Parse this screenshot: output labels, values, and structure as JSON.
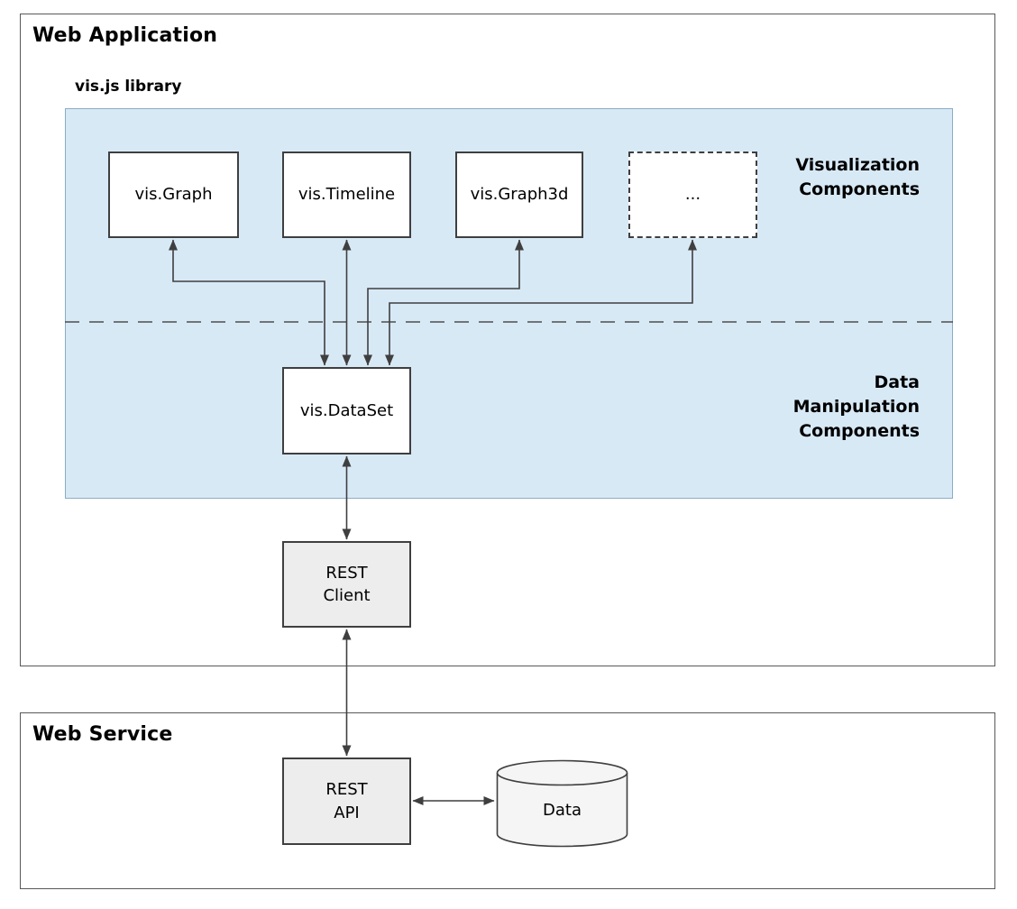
{
  "web_application": {
    "title": "Web Application",
    "library": {
      "title": "vis.js library",
      "section_labels": {
        "visualization": "Visualization\nComponents",
        "data_manipulation": "Data\nManipulation\nComponents"
      },
      "visualization_components": [
        {
          "label": "vis.Graph"
        },
        {
          "label": "vis.Timeline"
        },
        {
          "label": "vis.Graph3d"
        },
        {
          "label": "..."
        }
      ],
      "dataset": {
        "label": "vis.DataSet"
      }
    },
    "rest_client": {
      "label": "REST\nClient"
    }
  },
  "web_service": {
    "title": "Web Service",
    "rest_api": {
      "label": "REST\nAPI"
    },
    "data_store": {
      "label": "Data"
    }
  },
  "colors": {
    "library_area_fill": "#d8e9f6",
    "node_border": "#3f3f3f",
    "grey_node_fill": "#ededed",
    "cylinder_fill": "#f5f5f5",
    "arrow": "#3f3f3f"
  }
}
